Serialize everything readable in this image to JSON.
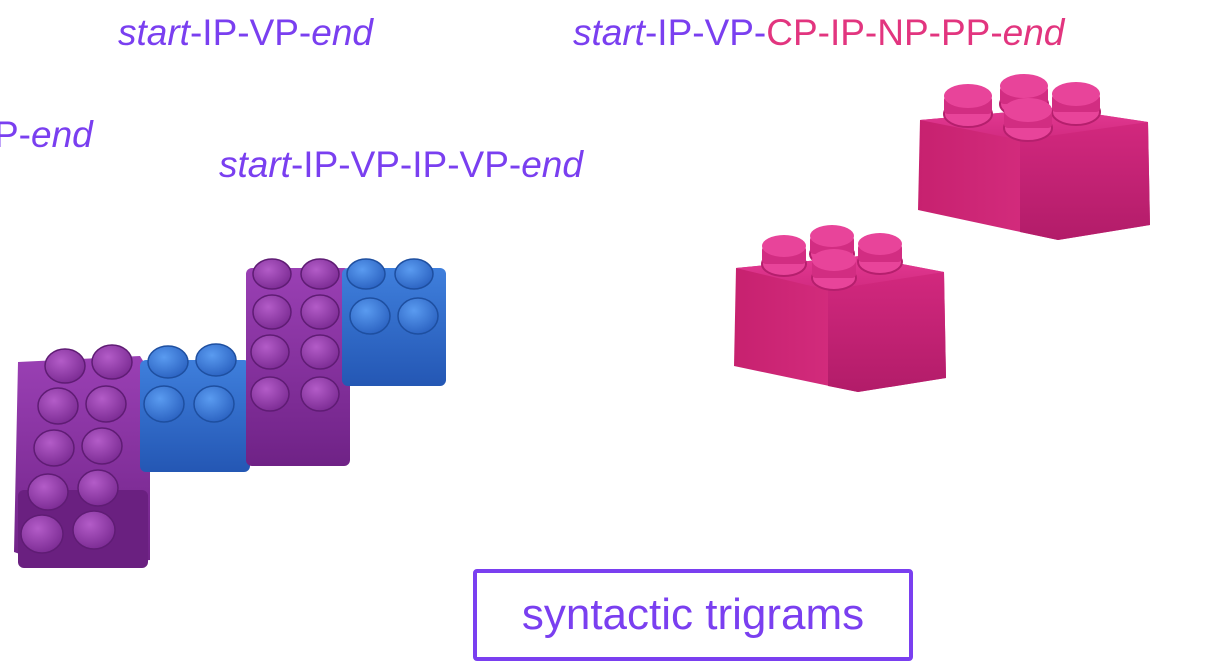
{
  "colors": {
    "purple_text": "#7a3ff0",
    "pink_text": "#e2357f",
    "purple_brick": "#8a36a3",
    "blue_brick": "#2f6fd0",
    "pink_brick": "#d1267c"
  },
  "sequences": {
    "a": {
      "start": "start",
      "body": "-IP-VP-",
      "end": "end"
    },
    "b": {
      "start": "start",
      "body_purple": "-IP-VP-",
      "body_pink": "CP-IP-NP-PP-",
      "end": "end"
    },
    "c": {
      "prefix": "P-",
      "end": "end"
    },
    "d": {
      "start": "start",
      "body": "-IP-VP-IP-VP-",
      "end": "end"
    }
  },
  "label": "syntactic trigrams"
}
